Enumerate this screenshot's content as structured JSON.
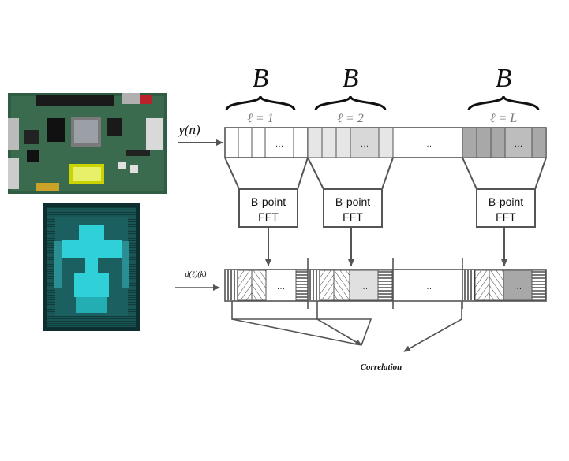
{
  "diagram": {
    "block_size_symbol": "B",
    "input_signal_label": "y(n)",
    "segments": [
      {
        "label": "ℓ = 1"
      },
      {
        "label": "ℓ = 2"
      },
      {
        "label": "ℓ = L"
      }
    ],
    "ellipsis": "…",
    "fft_blocks": [
      {
        "line1": "B-point",
        "line2": "FFT"
      },
      {
        "line1": "B-point",
        "line2": "FFT"
      },
      {
        "line1": "B-point",
        "line2": "FFT"
      }
    ],
    "reference_label": "d(ℓ)(k)",
    "correlation_label": "Correlation"
  },
  "colors": {
    "frame": "#555555",
    "segment_light": "#e6e6e6",
    "segment_mid": "#d8d8d8",
    "segment_dark": "#a8a8a8",
    "board_green": "#2a5a3a",
    "chip_cyan": "#2fd0d8"
  },
  "images": [
    {
      "name": "fpga-board-photo"
    },
    {
      "name": "asic-layout-photo"
    }
  ]
}
